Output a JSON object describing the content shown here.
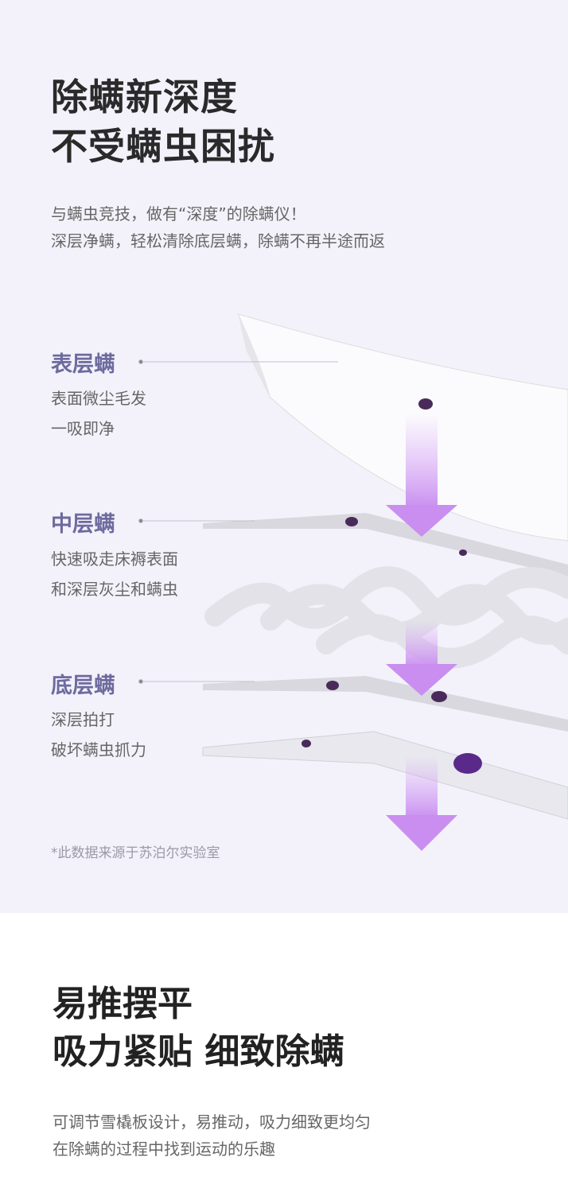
{
  "header": {
    "title_line1": "除螨新深度",
    "title_line2": "不受螨虫困扰",
    "sub_line1": "与螨虫竞技，做有“深度”的除螨仪！",
    "sub_line2": "深层净螨，轻松清除底层螨，除螨不再半途而返"
  },
  "layers": [
    {
      "label": "表层螨",
      "desc1": "表面微尘毛发",
      "desc2": "一吸即净"
    },
    {
      "label": "中层螨",
      "desc1": "快速吸走床褥表面",
      "desc2": "和深层灰尘和螨虫"
    },
    {
      "label": "底层螨",
      "desc1": "深层拍打",
      "desc2": "破坏螨虫抓力"
    }
  ],
  "note": "*此数据来源于苏泊尔实验室",
  "section2": {
    "title_line1": "易推摆平",
    "title_line2": "吸力紧贴 细致除螨",
    "sub_line1": "可调节雪橇板设计，易推动，吸力细致更均匀",
    "sub_line2": "在除螨的过程中找到运动的乐趣"
  },
  "colors": {
    "accent": "#6d6a9e",
    "arrow": "#c98ef0",
    "bg": "#f3f2fb"
  }
}
